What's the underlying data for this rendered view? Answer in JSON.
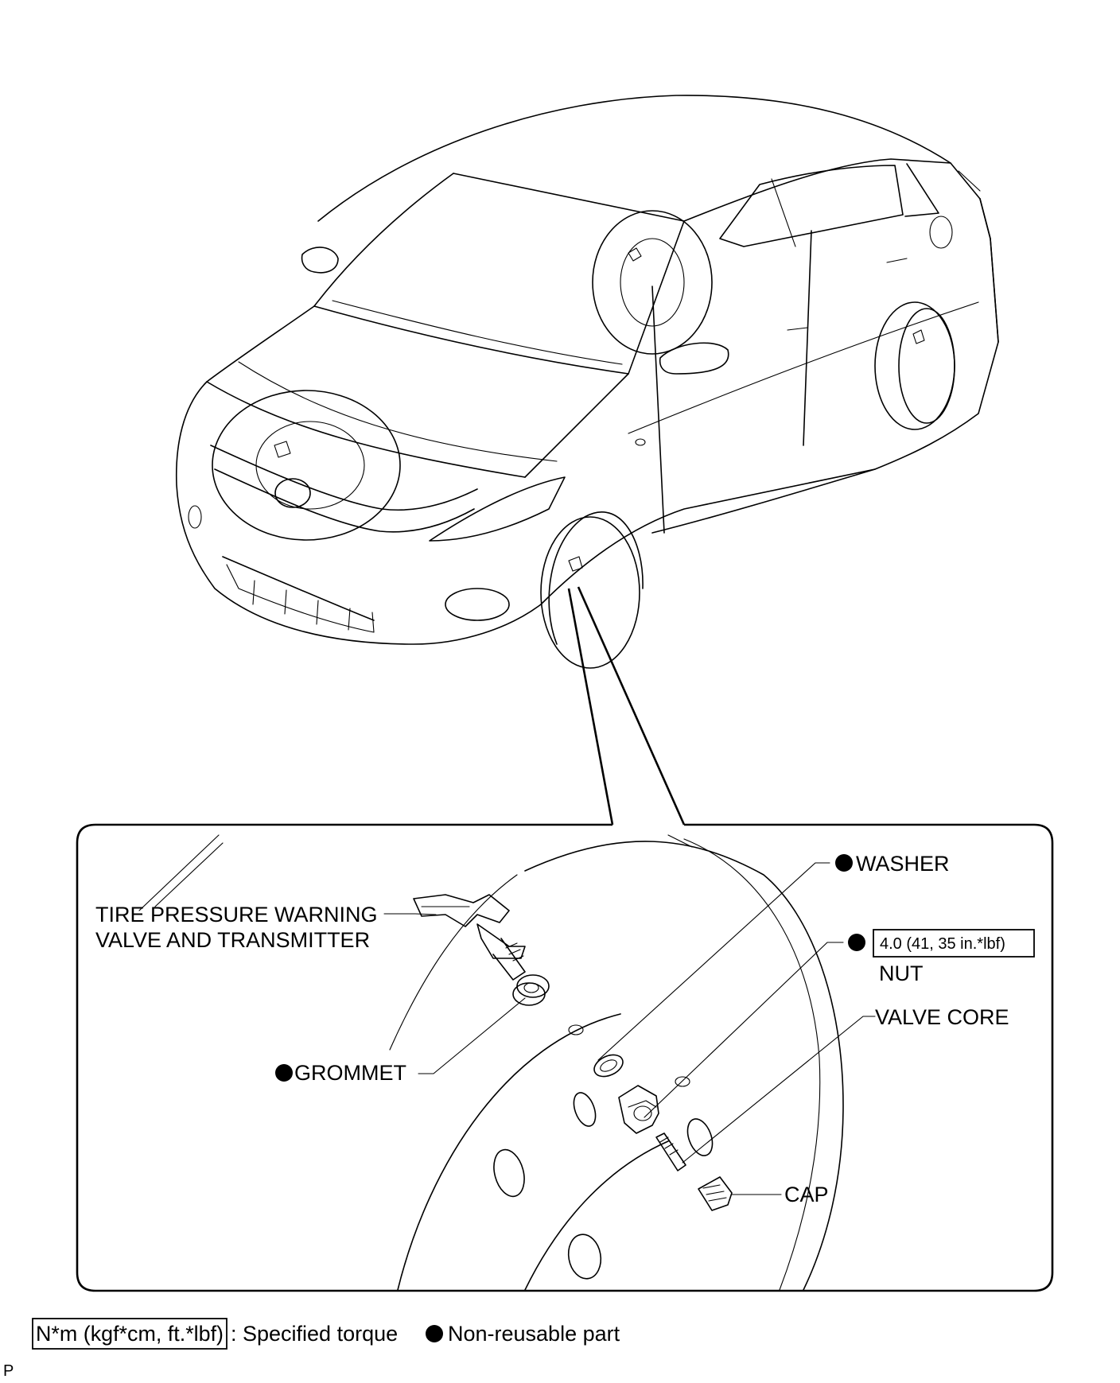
{
  "callouts": {
    "transmitter": [
      "TIRE PRESSURE WARNING",
      "VALVE AND TRANSMITTER"
    ],
    "grommet": "GROMMET",
    "washer": "WASHER",
    "torque_value": "4.0 (41, 35 in.*lbf)",
    "nut": "NUT",
    "valve_core": "VALVE CORE",
    "cap": "CAP"
  },
  "legend": {
    "torque_unit": "N*m (kgf*cm, ft.*lbf)",
    "torque_desc": ": Specified torque",
    "non_reusable": "Non-reusable part"
  },
  "corner_mark": "P"
}
